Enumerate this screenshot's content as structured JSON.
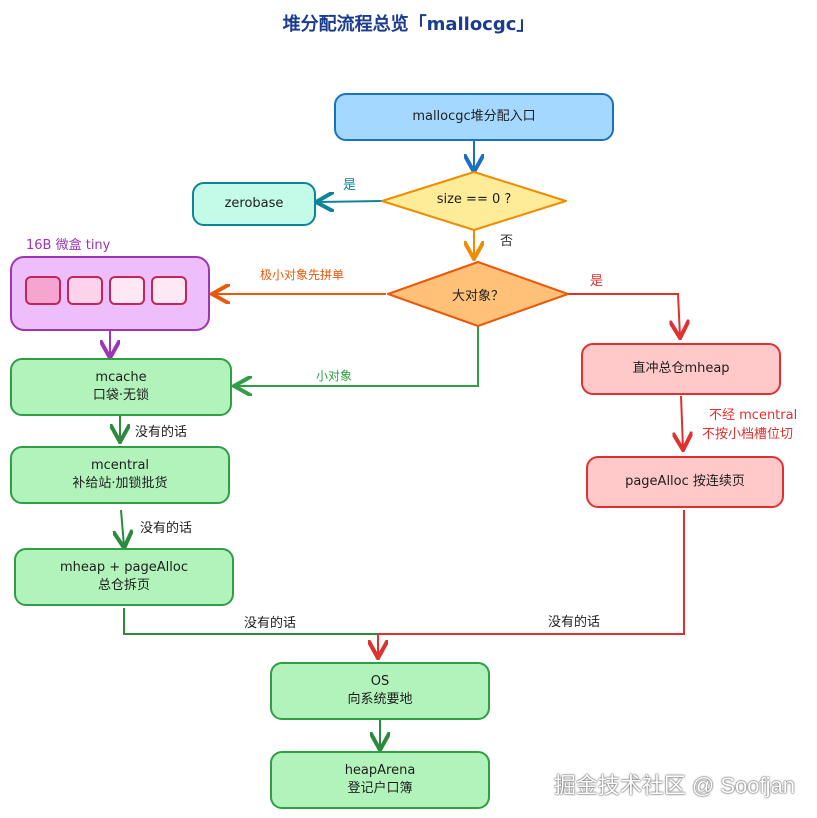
{
  "title": "堆分配流程总览「mallocgc」",
  "nodes": {
    "entry": "mallocgc堆分配入口",
    "zerobase": "zerobase",
    "size_check": "size == 0 ?",
    "large_check": "大对象？",
    "tiny_label": "16B 微盒 tiny",
    "mcache_line1": "mcache",
    "mcache_line2": "口袋·无锁",
    "mcentral_line1": "mcentral",
    "mcentral_line2": "补给站·加锁批货",
    "mheap_line1": "mheap + pageAlloc",
    "mheap_line2": "总仓拆页",
    "direct_mheap": "直冲总仓mheap",
    "page_alloc": "pageAlloc 按连续页",
    "os_line1": "OS",
    "os_line2": "向系统要地",
    "arena_line1": "heapArena",
    "arena_line2": "登记户口簿"
  },
  "edges": {
    "yes_zero": "是",
    "no_zero": "否",
    "tiny_combine": "极小对象先拼单",
    "small_obj": "小对象",
    "yes_large": "是",
    "skip_note_1": "不经 mcentral",
    "skip_note_2": "不按小档槽位切",
    "miss_1": "没有的话",
    "miss_2": "没有的话",
    "miss_3": "没有的话",
    "miss_4": "没有的话"
  },
  "colors": {
    "green": "#2f9e44",
    "red": "#e03131",
    "blue": "#1971c2",
    "orange": "#e8590c",
    "yellow": "#f08c00",
    "purple": "#9c36b5",
    "teal": "#0c8599"
  },
  "watermark": "掘金技术社区 @ Soofjan"
}
